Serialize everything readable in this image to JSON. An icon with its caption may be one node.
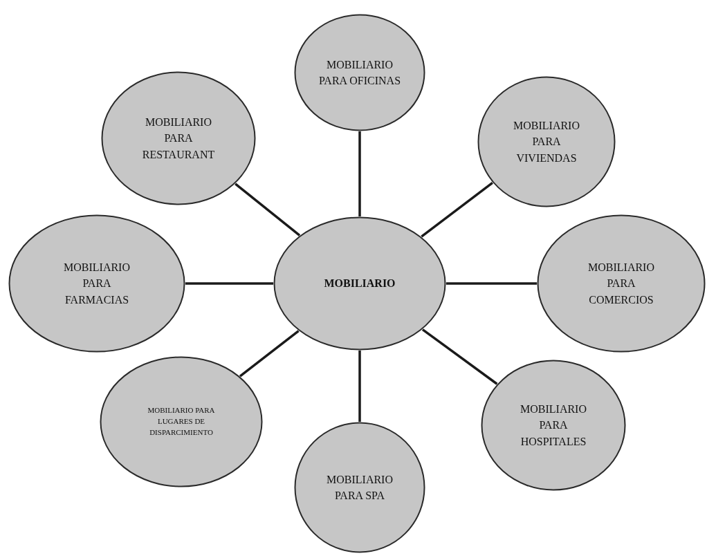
{
  "diagram": {
    "nodes": [
      {
        "text": [
          "MOBILIARIO PARA OFICINAS"
        ]
      },
      {
        "text": [
          "MOBILIARIO PARA RESTAURANT"
        ]
      },
      {
        "text": [
          "MOBILIARIO PARA VIVIENDAS"
        ]
      },
      {
        "text": [
          "MOBILIARIO PARA FARMACIAS"
        ]
      },
      {
        "text": [
          "MOBILIARIO"
        ]
      },
      {
        "text": [
          "MOBILIARIO PARA COMERCIOS"
        ]
      },
      {
        "text": [
          "MOBILIARIO PARA LUGARES DE DISPARCIMIENTO"
        ]
      },
      {
        "text": [
          "MOBILIARIO PARA HOSPITALES"
        ]
      },
      {
        "text": [
          "MOBILIARIO PARA SPA"
        ]
      }
    ],
    "edges": [
      {
        "from": 4,
        "to": 0,
        "arrow": "none"
      },
      {
        "from": 4,
        "to": 2,
        "arrow": "none"
      },
      {
        "from": 4,
        "to": 5,
        "arrow": "none"
      },
      {
        "from": 4,
        "to": 7,
        "arrow": "none"
      },
      {
        "from": 4,
        "to": 8,
        "arrow": "none"
      },
      {
        "from": 4,
        "to": 6,
        "arrow": "none"
      },
      {
        "from": 4,
        "to": 3,
        "arrow": "none"
      },
      {
        "from": 4,
        "to": 1,
        "arrow": "none"
      }
    ]
  }
}
